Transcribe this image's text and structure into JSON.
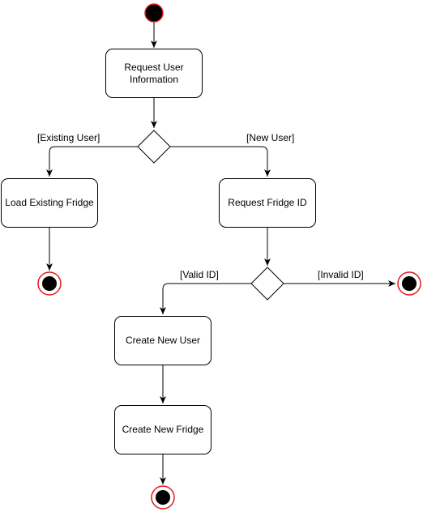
{
  "diagram": {
    "colors": {
      "stroke": "#000000",
      "final_ring": "#e01b1b",
      "fill": "#000000",
      "background": "#ffffff"
    },
    "actions": {
      "request_user_info": "Request User Information",
      "load_existing_fridge": "Load Existing Fridge",
      "request_fridge_id": "Request Fridge ID",
      "create_new_user": "Create New User",
      "create_new_fridge": "Create New Fridge"
    },
    "guards": {
      "existing_user": "[Existing User]",
      "new_user": "[New User]",
      "valid_id": "[Valid ID]",
      "invalid_id": "[Invalid ID]"
    }
  }
}
